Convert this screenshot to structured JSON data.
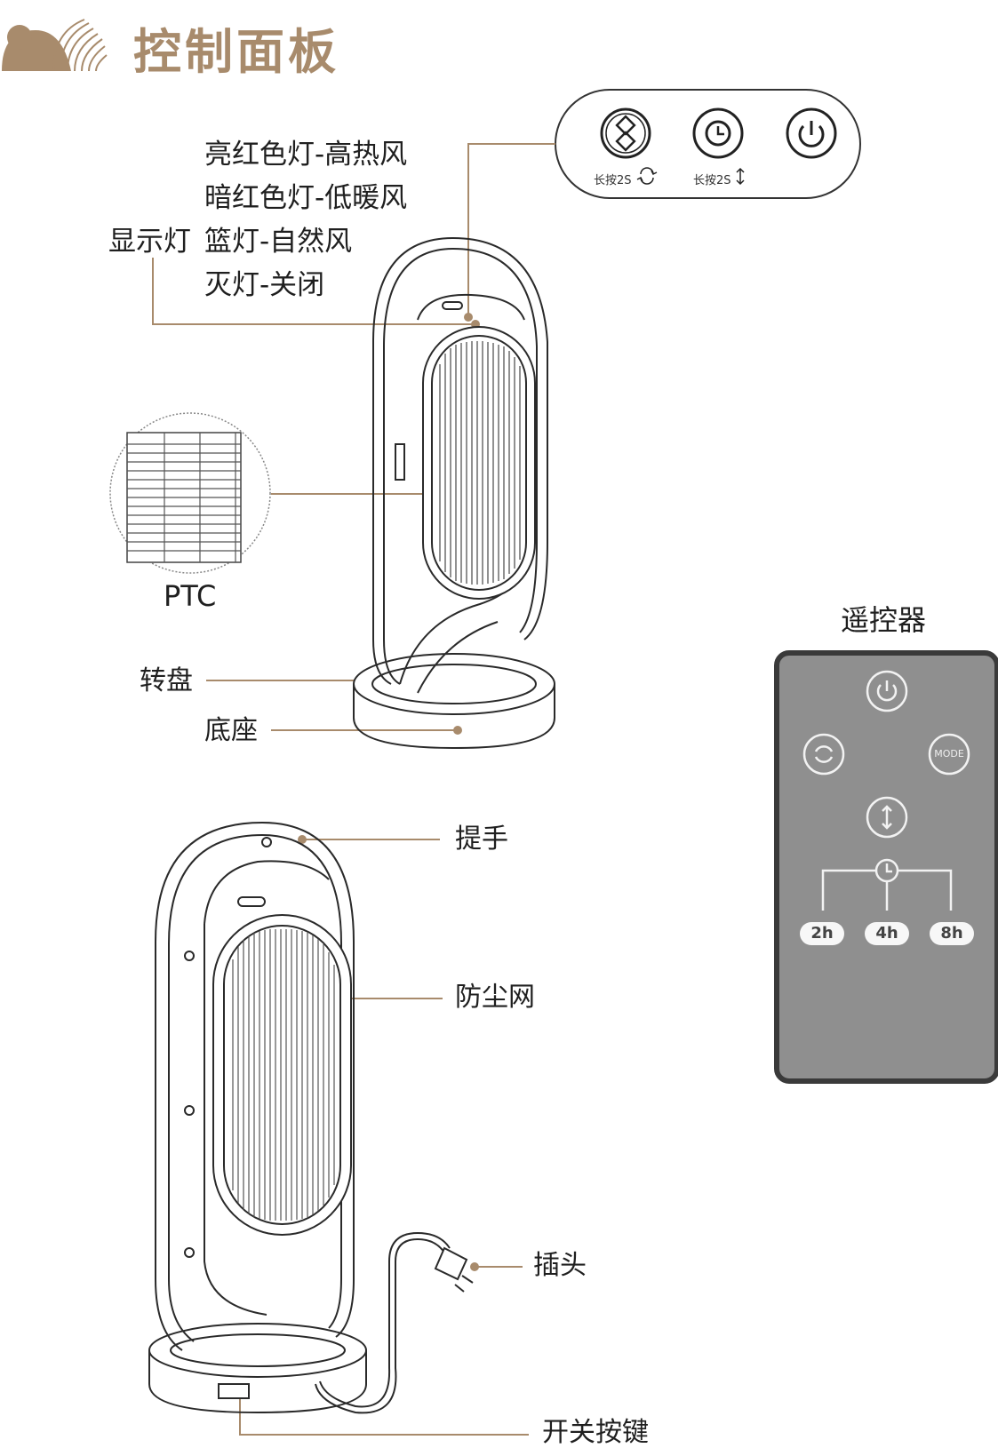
{
  "title": "控制面板",
  "colors": {
    "accent": "#a88b6c",
    "outline": "#2a2a2a",
    "remote_body": "#8f8f8f",
    "remote_border": "#3a3a3a"
  },
  "control_panel": {
    "buttons": [
      {
        "icon": "oscillate-diamond-icon",
        "caption": "长按2S"
      },
      {
        "icon": "timer-clock-icon",
        "caption": "长按2S"
      },
      {
        "icon": "power-icon",
        "caption": ""
      }
    ]
  },
  "indicator": {
    "name": "显示灯",
    "modes": [
      "亮红色灯-高热风",
      "暗红色灯-低暖风",
      "篮灯-自然风",
      "灭灯-关闭"
    ]
  },
  "labels": {
    "ptc": "PTC",
    "turntable": "转盘",
    "base": "底座",
    "handle": "提手",
    "dust_filter": "防尘网",
    "plug": "插头",
    "switch": "开关按键"
  },
  "remote": {
    "title": "遥控器",
    "mode_label": "MODE",
    "timers": [
      "2h",
      "4h",
      "8h"
    ]
  }
}
